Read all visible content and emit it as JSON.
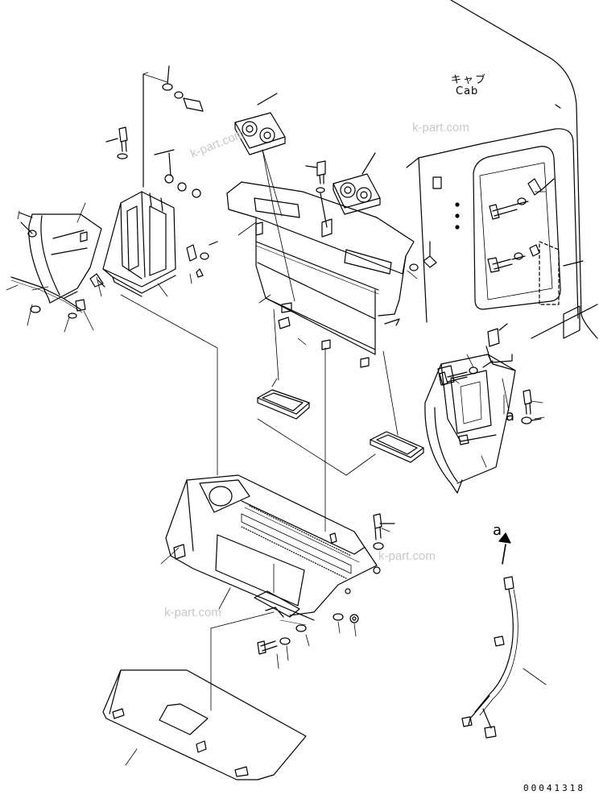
{
  "labels": {
    "cab_jp": "キャブ",
    "cab_en": "Cab",
    "mark_a1": "a",
    "mark_a2": "a",
    "drawing_no": "00041318"
  },
  "watermarks": [
    "k-part.com",
    "k-part.com",
    "k-part.com",
    "k-part.com"
  ],
  "colors": {
    "line": "#000000",
    "watermark": "#c8c8c8",
    "background": "#ffffff"
  }
}
